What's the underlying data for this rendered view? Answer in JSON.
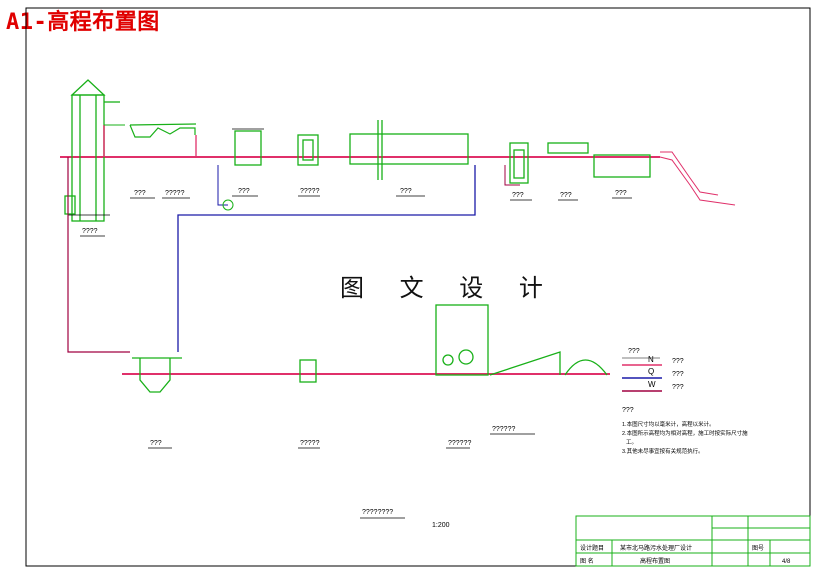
{
  "title": "A1-高程布置图",
  "watermark": "图 文 设 计",
  "colors": {
    "water": "#e0306a",
    "sludge": "#1a1aa8",
    "struct": "#18b018",
    "line": "#000000",
    "accent": "#e00000",
    "gas": "#a00040"
  },
  "unit_labels": [
    "????",
    "???",
    "?????",
    "???",
    "?????",
    "???",
    "???",
    "???",
    "???",
    "???",
    "?????",
    "??????",
    "??????"
  ],
  "legend": {
    "title": "???",
    "items": [
      {
        "letter": "N",
        "text": "???"
      },
      {
        "letter": "Q",
        "text": "???"
      },
      {
        "letter": "W",
        "text": "???"
      }
    ]
  },
  "notes": {
    "title": "???",
    "lines": [
      "1.本图尺寸均以毫米计，高程以米计。",
      "2.本图所示高程均为相对高程，施工时按实际尺寸施",
      "工。",
      "3.其他未尽事宜按有关规范执行。"
    ]
  },
  "scale": {
    "label": "????????",
    "text": "1:200"
  },
  "title_block": {
    "project": "某市北马路污水处理厂设计",
    "row1_label": "设计题目",
    "row2_label": "图  名",
    "drawing_name": "高程布置图",
    "sheet": "4/8",
    "sheet_label": "图号"
  }
}
